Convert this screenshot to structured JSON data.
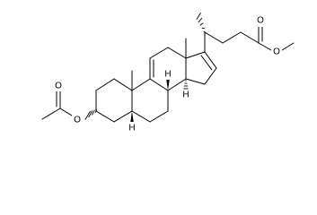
{
  "atom_labels": {
    "ester_carbonyl_oxygen": "O",
    "ester_oxygen": "O",
    "acetate_carbonyl_oxygen": "O",
    "acetate_oxygen": "O",
    "hydrogen_c5": "H",
    "hydrogen_c8": "H",
    "hydrogen_c14": "H"
  },
  "colors": {
    "ink": "#000000",
    "background": "#ffffff"
  }
}
